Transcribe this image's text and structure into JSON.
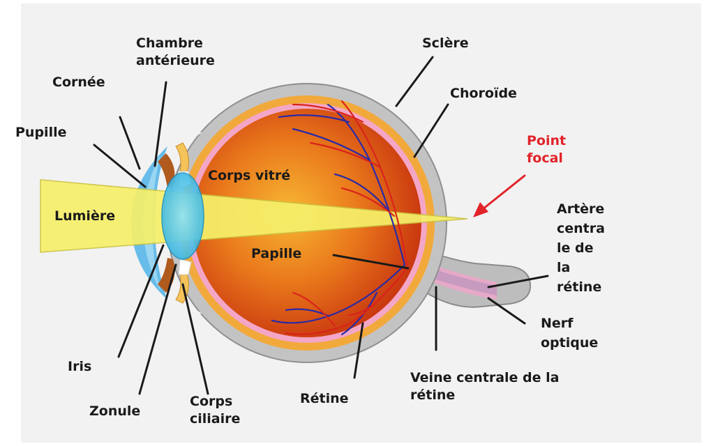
{
  "colors": {
    "background": "#f2f2f2",
    "sclera": "#b9b9b9",
    "choroid": "#f2a93b",
    "retina": "#f4a6c6",
    "vitreous": "#d34a12",
    "light_beam": "#f6f06a",
    "lens": "#45c6ec",
    "cornea": "#5fb8e8",
    "artery": "#d9231a",
    "vein": "#2a2aa6",
    "focal_text": "#e2232a"
  },
  "labels": {
    "chambre_anterieure": [
      "Chambre",
      "antérieure"
    ],
    "cornee": "Cornée",
    "pupille": "Pupille",
    "lumiere": "Lumière",
    "corps_vitre": "Corps vitré",
    "papille": "Papille",
    "iris": "Iris",
    "zonule": "Zonule",
    "corps_ciliaire": [
      "Corps",
      "ciliaire"
    ],
    "retine": "Rétine",
    "sclere": "Sclère",
    "choroide": "Choroïde",
    "point_focal": [
      "Point",
      "focal"
    ],
    "artere_centrale": [
      "Artère",
      "centra",
      "le de",
      "la",
      "rétine"
    ],
    "nerf_optique": [
      "Nerf",
      "optique"
    ],
    "veine_centrale": [
      "Veine centrale de la",
      "rétine"
    ]
  }
}
